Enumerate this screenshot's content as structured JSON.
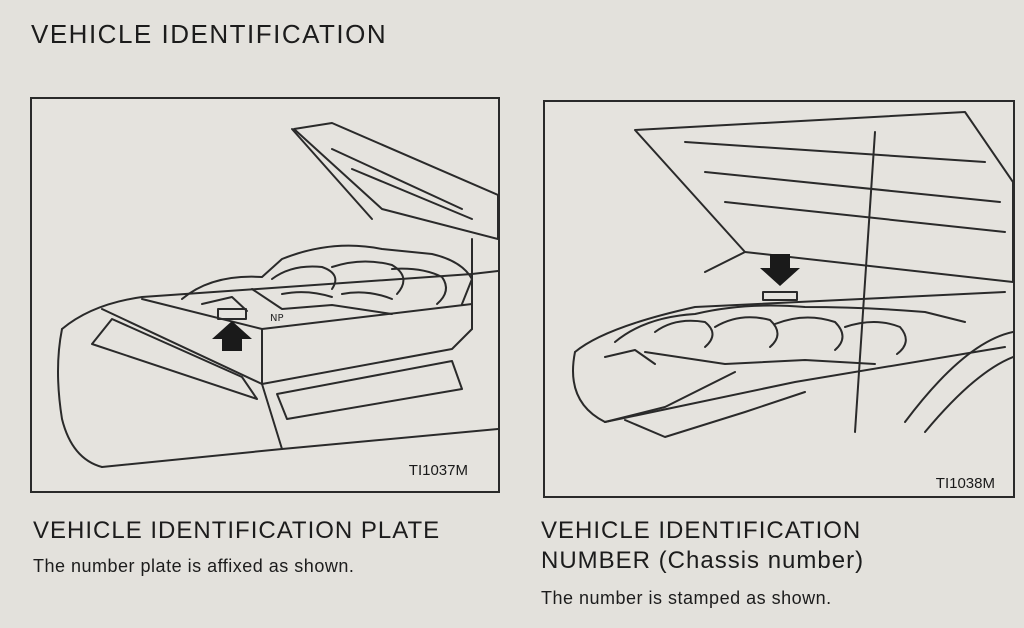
{
  "page": {
    "title": "VEHICLE IDENTIFICATION"
  },
  "left": {
    "figure_id": "TI1037M",
    "heading": "VEHICLE IDENTIFICATION PLATE",
    "caption": "The number plate is affixed as shown."
  },
  "right": {
    "figure_id": "TI1038M",
    "heading_line1": "VEHICLE IDENTIFICATION",
    "heading_line2": "NUMBER (Chassis number)",
    "caption": "The number is stamped as shown."
  },
  "colors": {
    "ink": "#1c1c1c",
    "paper": "#e3e1dc"
  },
  "icons": [
    "arrow-up-icon",
    "arrow-down-icon"
  ]
}
